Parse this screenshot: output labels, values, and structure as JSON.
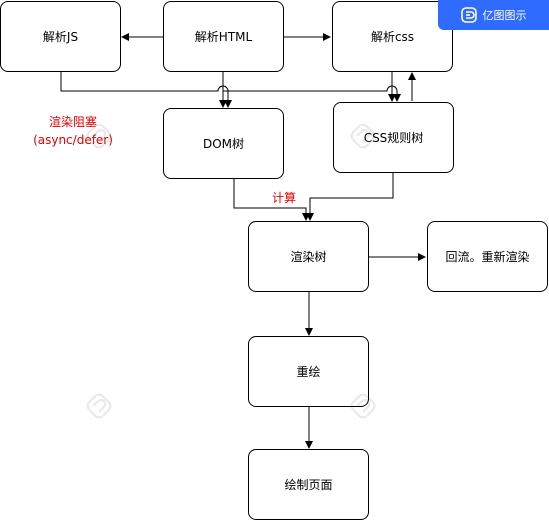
{
  "brand": {
    "name": "亿图图示",
    "icon": "edraw-logo-icon"
  },
  "nodes": {
    "parse_js": "解析JS",
    "parse_html": "解析HTML",
    "parse_css": "解析css",
    "dom_tree": "DOM树",
    "cssom_tree": "CSS规则树",
    "render_tree": "渲染树",
    "reflow": "回流。重新渲染",
    "repaint": "重绘",
    "paint_page": "绘制页面"
  },
  "labels": {
    "render_blocking": "渲染阻塞(async/defer)",
    "compute": "计算"
  },
  "colors": {
    "line": "#000000",
    "label_red": "#e60000",
    "brand_blue": "#2f6bff"
  }
}
